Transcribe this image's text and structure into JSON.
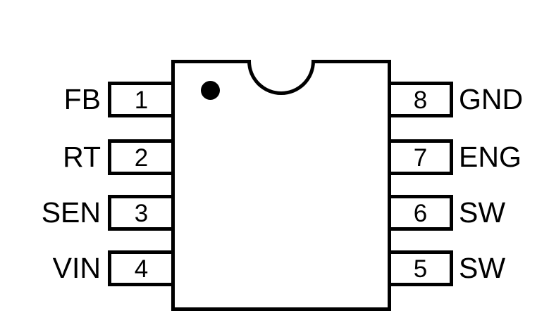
{
  "pinout": {
    "left_pins": [
      {
        "number": "1",
        "label": "FB"
      },
      {
        "number": "2",
        "label": "RT"
      },
      {
        "number": "3",
        "label": "SEN"
      },
      {
        "number": "4",
        "label": "VIN"
      }
    ],
    "right_pins": [
      {
        "number": "8",
        "label": "GND"
      },
      {
        "number": "7",
        "label": "ENG"
      },
      {
        "number": "6",
        "label": "SW"
      },
      {
        "number": "5",
        "label": "SW"
      }
    ],
    "icons": {
      "pin1_indicator": "filled-circle",
      "orientation_notch": "half-circle-notch"
    },
    "colors": {
      "line": "#000000",
      "background": "#ffffff"
    }
  }
}
